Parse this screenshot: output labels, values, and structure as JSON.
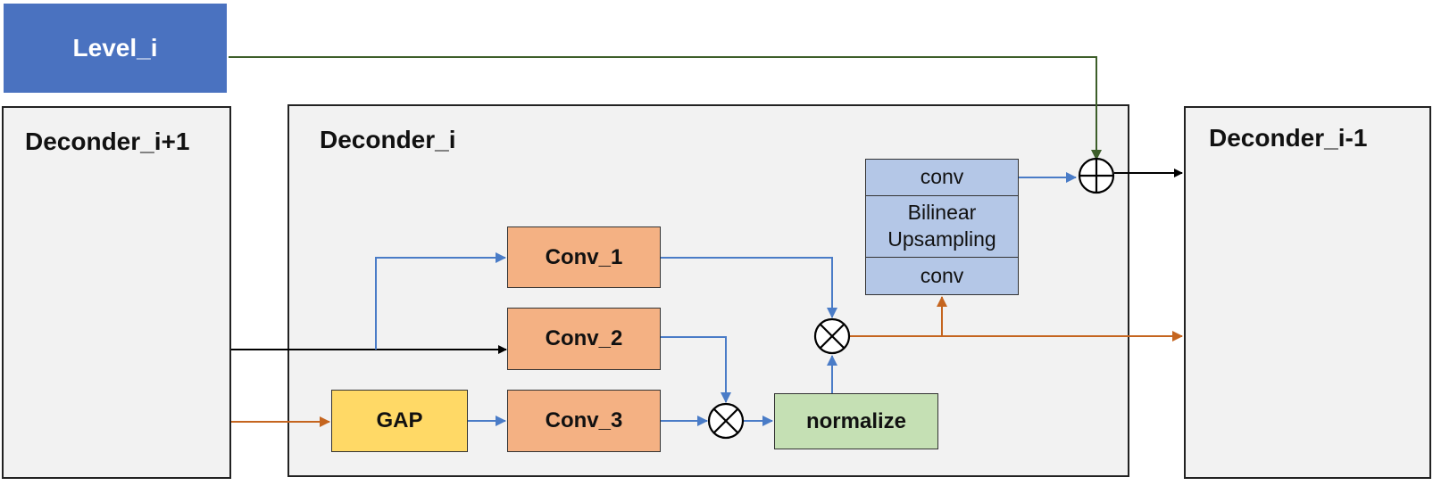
{
  "level": {
    "label": "Level_i"
  },
  "decoder_prev": {
    "title": "Deconder_i+1"
  },
  "decoder_cur": {
    "title": "Deconder_i"
  },
  "decoder_next": {
    "title": "Deconder_i-1"
  },
  "blocks": {
    "conv1": "Conv_1",
    "conv2": "Conv_2",
    "conv3": "Conv_3",
    "gap": "GAP",
    "normalize": "normalize",
    "upsample": {
      "top": "conv",
      "middle": "Bilinear\nUpsampling",
      "bottom": "conv"
    }
  },
  "colors": {
    "blue_arrow": "#4a7cc7",
    "orange_arrow": "#c5651f",
    "green_arrow": "#3d5e2a",
    "black_arrow": "#000000"
  }
}
